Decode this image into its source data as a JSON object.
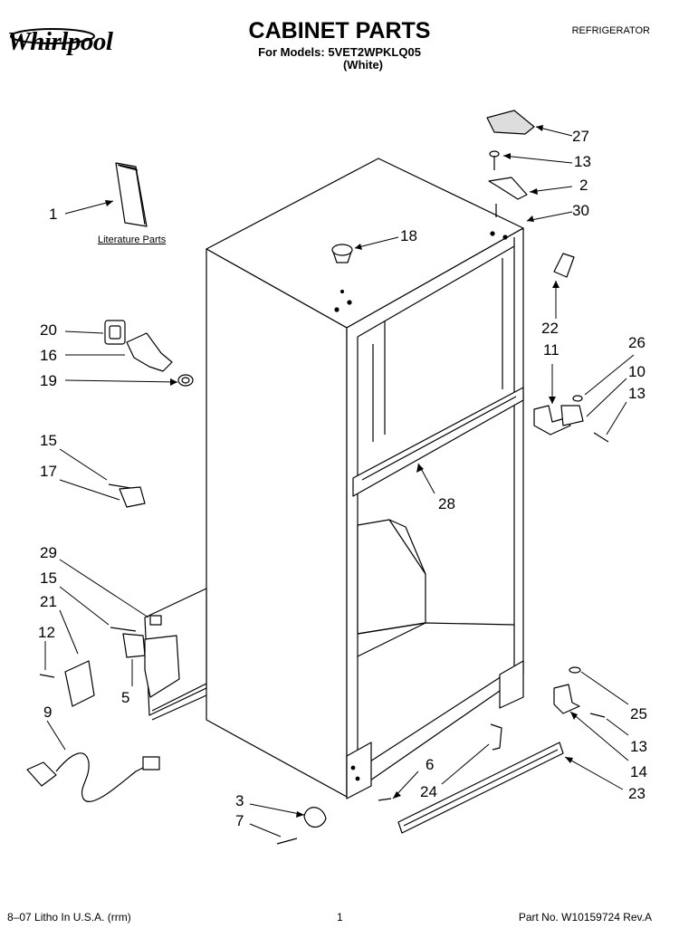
{
  "header": {
    "brand": "Whirlpool",
    "title": "CABINET PARTS",
    "models_line": "For Models: 5VET2WPKLQ05",
    "variant": "(White)",
    "category": "REFRIGERATOR"
  },
  "literature_label": "Literature Parts",
  "callouts": {
    "c1": "1",
    "c2": "2",
    "c3": "3",
    "c5": "5",
    "c6": "6",
    "c7": "7",
    "c9": "9",
    "c10": "10",
    "c11": "11",
    "c12": "12",
    "c13a": "13",
    "c13b": "13",
    "c13c": "13",
    "c14": "14",
    "c15a": "15",
    "c15b": "15",
    "c16": "16",
    "c17": "17",
    "c18": "18",
    "c19": "19",
    "c20": "20",
    "c21": "21",
    "c22": "22",
    "c23": "23",
    "c24": "24",
    "c25": "25",
    "c26": "26",
    "c27": "27",
    "c28": "28",
    "c29": "29",
    "c30": "30"
  },
  "footer": {
    "litho": "8–07 Litho In U.S.A. (rrm)",
    "page": "1",
    "part_no": "Part No. W10159724 Rev.A"
  }
}
